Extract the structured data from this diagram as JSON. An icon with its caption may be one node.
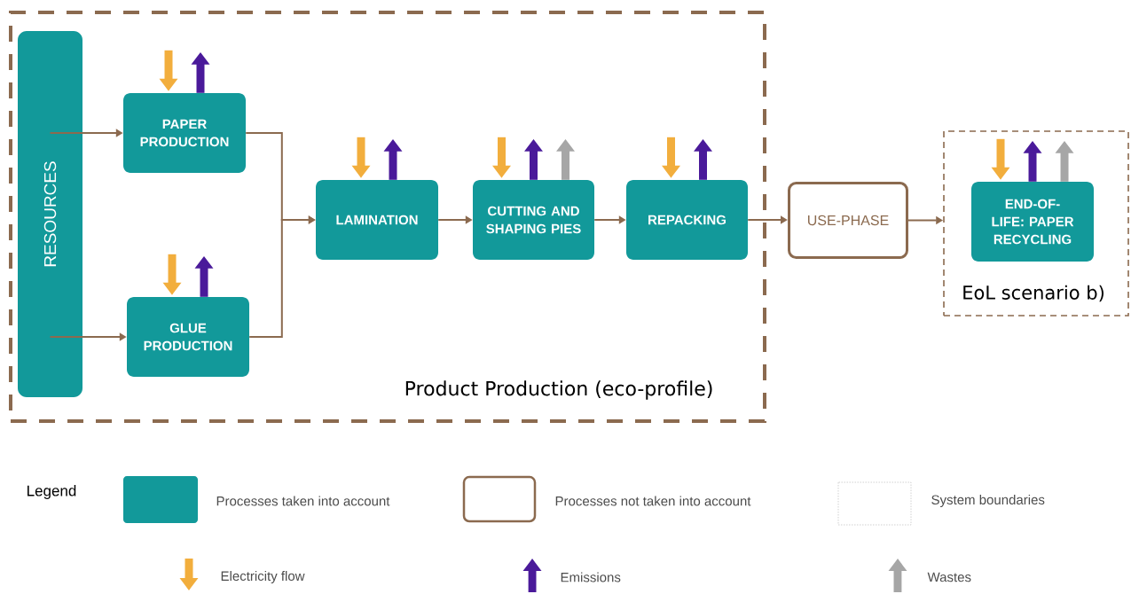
{
  "diagram": {
    "nodes": [
      {
        "text": [
          "Product Production (eco-profile)"
        ]
      },
      {
        "text": [
          "RESOURCES"
        ],
        "in": 0
      },
      {
        "text": [
          "PAPER PRODUCTION"
        ],
        "in": 0
      },
      {
        "text": [
          "GLUE PRODUCTION"
        ],
        "in": 0
      },
      {
        "text": [
          "LAMINATION"
        ],
        "in": 0
      },
      {
        "text": [
          "CUTTING AND SHAPING PIES"
        ],
        "in": 0
      },
      {
        "text": [
          "REPACKING"
        ],
        "in": 0
      },
      {
        "text": [
          "USE-PHASE"
        ]
      },
      {
        "text": [
          "EoL scenario b)"
        ]
      },
      {
        "text": [
          "END-OF-LIFE: PAPER RECYCLING"
        ],
        "in": 8
      }
    ],
    "edges": [
      {
        "from": 1,
        "to": 2,
        "arrow": "to",
        "color": "#8b6a4f"
      },
      {
        "from": 1,
        "to": 3,
        "arrow": "to",
        "color": "#8b6a4f"
      },
      {
        "from": 2,
        "to": 4,
        "arrow": "to",
        "color": "#8b6a4f"
      },
      {
        "from": 3,
        "to": 4,
        "arrow": "to",
        "color": "#8b6a4f"
      },
      {
        "from": 4,
        "to": 5,
        "arrow": "to",
        "color": "#8b6a4f"
      },
      {
        "from": 5,
        "to": 6,
        "arrow": "to",
        "color": "#8b6a4f"
      },
      {
        "from": 6,
        "to": 7,
        "arrow": "to",
        "color": "#8b6a4f"
      },
      {
        "from": 7,
        "to": 8,
        "arrow": "to",
        "color": "#8b6a4f"
      },
      {
        "from": null,
        "to": 2,
        "arrow": "to",
        "color": "#f2ae3d"
      },
      {
        "from": 2,
        "to": null,
        "arrow": "to",
        "color": "#4a1a9a"
      },
      {
        "from": null,
        "to": 3,
        "arrow": "to",
        "color": "#f2ae3d"
      },
      {
        "from": 3,
        "to": null,
        "arrow": "to",
        "color": "#4a1a9a"
      },
      {
        "from": null,
        "to": 4,
        "arrow": "to",
        "color": "#f2ae3d"
      },
      {
        "from": 4,
        "to": null,
        "arrow": "to",
        "color": "#4a1a9a"
      },
      {
        "from": null,
        "to": 5,
        "arrow": "to",
        "color": "#f2ae3d"
      },
      {
        "from": 5,
        "to": null,
        "arrow": "to",
        "color": "#4a1a9a"
      },
      {
        "from": 5,
        "to": null,
        "arrow": "to",
        "color": "#a6a6a6"
      },
      {
        "from": null,
        "to": 6,
        "arrow": "to",
        "color": "#f2ae3d"
      },
      {
        "from": 6,
        "to": null,
        "arrow": "to",
        "color": "#4a1a9a"
      },
      {
        "from": null,
        "to": 9,
        "arrow": "to",
        "color": "#f2ae3d"
      },
      {
        "from": 9,
        "to": null,
        "arrow": "to",
        "color": "#4a1a9a"
      },
      {
        "from": 9,
        "to": null,
        "arrow": "to",
        "color": "#a6a6a6"
      }
    ],
    "labels": [
      "Legend"
    ],
    "legend": [
      {
        "text": "Processes taken into account",
        "color": "#12999a"
      },
      {
        "text": "Processes not taken into account"
      },
      {
        "text": "System boundaries"
      },
      {
        "text": "Electricity flow"
      },
      {
        "text": "Emissions"
      },
      {
        "text": "Wastes"
      }
    ]
  }
}
